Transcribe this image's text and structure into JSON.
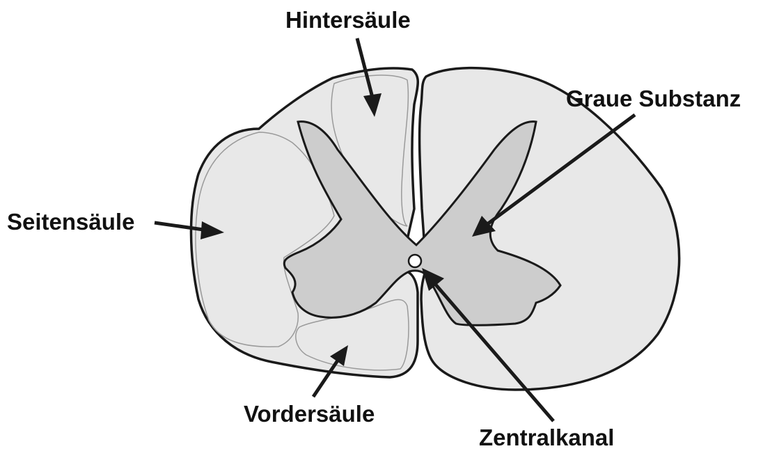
{
  "labels": {
    "hintersaeule": "Hintersäule",
    "graue_substanz": "Graue Substanz",
    "seitensaeule": "Seitensäule",
    "vordersaeule": "Vordersäule",
    "zentralkanal": "Zentralkanal"
  },
  "colors": {
    "outline": "#1a1a1a",
    "white_matter": "#e8e8e8",
    "grey_matter": "#cdcdcd",
    "column_outline": "#9a9a9a",
    "central_canal": "#ffffff"
  }
}
